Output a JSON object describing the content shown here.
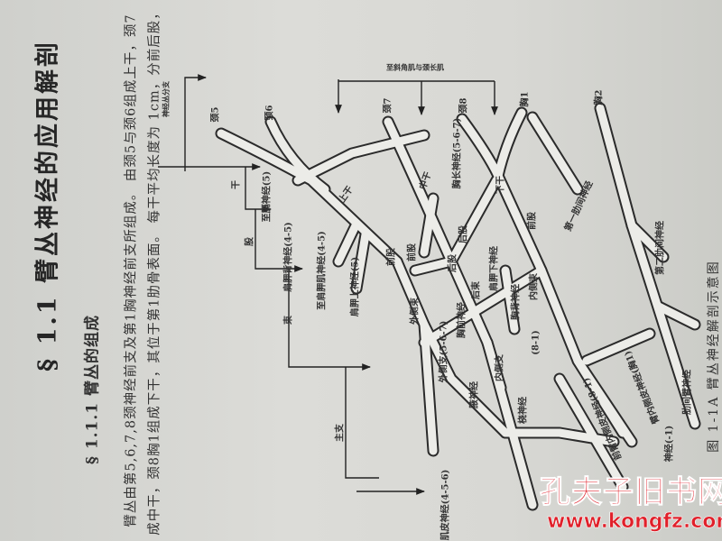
{
  "section": {
    "title": "§ 1.1  臂丛神经的应用解剖",
    "subsection": "§ 1.1.1  臂丛的组成",
    "lines": [
      "臂丛由第5,6,7,8颈神经前支及第1胸神经前支所组成。 由颈5与颈6组成上干，颈7",
      "成中干，颈8胸1组成下干，其位于第1肋骨表面。 每干平均长度为 1cm，分前后股，"
    ]
  },
  "figure": {
    "caption": "图 1-1A  臂丛神经解剖示意图",
    "labels": {
      "root_branch": "神经丛分支",
      "c5": "颈5",
      "c6": "颈6",
      "c7": "颈7",
      "c8": "颈8",
      "t1": "胸1",
      "t2": "胸2",
      "scalene": "至斜角肌与颈长肌",
      "trunk": "干",
      "division": "股",
      "cord": "束",
      "branch": "主支",
      "phrenic": "至膈神经(5)",
      "dorsal_scapular": "肩胛背神经(4-5)",
      "subclavius": "至肩胛肌神经(4-5)",
      "suprascapular": "肩胛上神经(5)",
      "upper_trunk": "上干",
      "middle_trunk": "中干",
      "lower_trunk": "下干",
      "long_thoracic": "胸长神经(5-6-7)",
      "anterior_div_1": "前股",
      "anterior_div_2": "前股",
      "anterior_div_3": "前股",
      "posterior_div_1": "后股",
      "posterior_div_2": "后股",
      "lateral_cord": "外侧束",
      "posterior_cord": "后束",
      "medial_cord": "内侧束",
      "pectoral": "胸前神经",
      "subscapular": "肩胛下神经",
      "thoracodorsal": "胸背神经",
      "lateral_root": "外侧支(5-6-7)",
      "medial_root": "内侧支",
      "medial_root_seg": "(8-1)",
      "axillary": "腋神经",
      "radial": "桡神经",
      "musculocutaneous": "肌皮神经(4-5-6)",
      "first_intercostal": "第一肋间神经",
      "second_intercostal": "第二肋间神经",
      "intercostobrachial": "肋间臂神经",
      "med_cut_arm": "臂内侧皮神经(胸1)",
      "med_cut_forearm": "前臂内侧皮神经(8-1)",
      "ulnar_partial": "神经(-1)"
    }
  },
  "watermark": {
    "name": "孔夫子旧书网",
    "url": "www.kongfz.com",
    "color": "#e0202a"
  }
}
